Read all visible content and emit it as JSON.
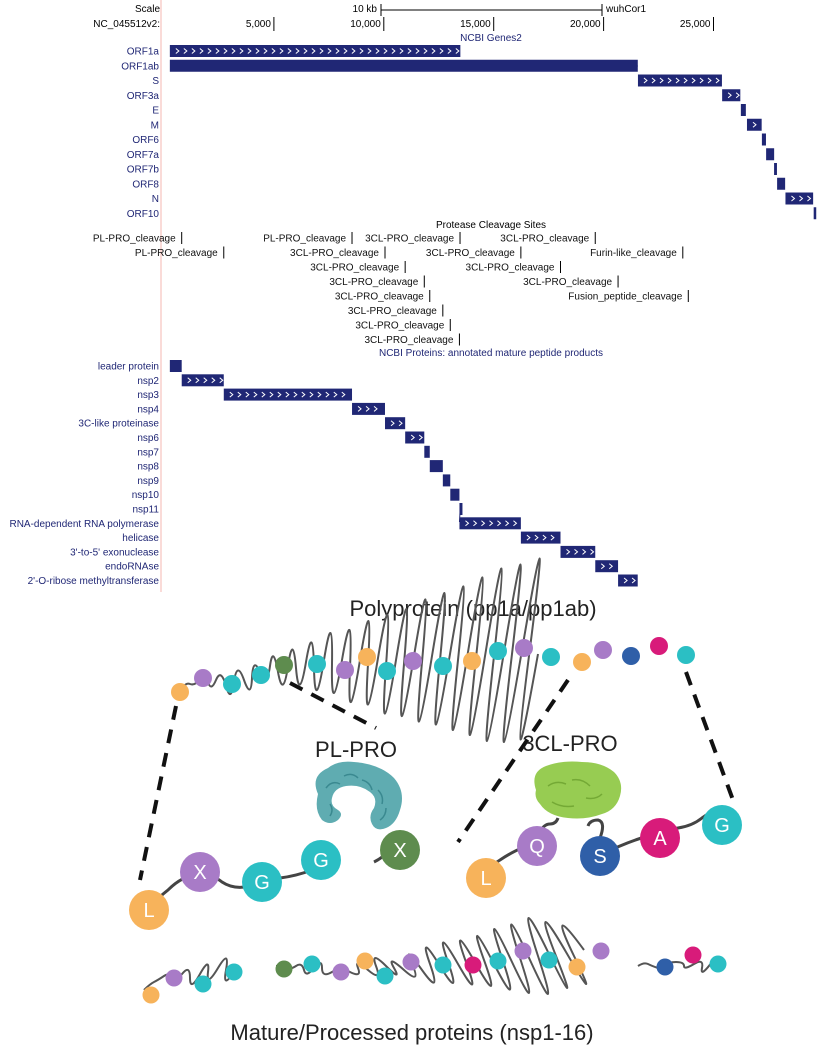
{
  "browser": {
    "header": {
      "scale_label": "Scale",
      "chrom_label": "NC_045512v2:",
      "scale_bar_label": "10 kb",
      "assembly_label": "wuhCor1",
      "ticks": [
        "5,000",
        "10,000",
        "15,000",
        "20,000",
        "25,000"
      ]
    },
    "genes_track": {
      "title": "NCBI Genes2",
      "genes": [
        {
          "name": "ORF1a",
          "start": 266,
          "end": 13483
        },
        {
          "name": "ORF1ab",
          "start": 266,
          "end": 21555
        },
        {
          "name": "S",
          "start": 21563,
          "end": 25384
        },
        {
          "name": "ORF3a",
          "start": 25393,
          "end": 26220
        },
        {
          "name": "E",
          "start": 26245,
          "end": 26472
        },
        {
          "name": "M",
          "start": 26523,
          "end": 27191
        },
        {
          "name": "ORF6",
          "start": 27202,
          "end": 27387
        },
        {
          "name": "ORF7a",
          "start": 27394,
          "end": 27759
        },
        {
          "name": "ORF7b",
          "start": 27756,
          "end": 27887
        },
        {
          "name": "ORF8",
          "start": 27894,
          "end": 28259
        },
        {
          "name": "N",
          "start": 28274,
          "end": 29533
        },
        {
          "name": "ORF10",
          "start": 29558,
          "end": 29674
        }
      ]
    },
    "cleavage_track": {
      "title": "Protease Cleavage Sites",
      "sites": [
        {
          "label": "PL-PRO_cleavage",
          "pos": 805,
          "row": 0
        },
        {
          "label": "PL-PRO_cleavage",
          "pos": 2719,
          "row": 1
        },
        {
          "label": "PL-PRO_cleavage",
          "pos": 8554,
          "row": 0
        },
        {
          "label": "3CL-PRO_cleavage",
          "pos": 10054,
          "row": 1
        },
        {
          "label": "3CL-PRO_cleavage",
          "pos": 10972,
          "row": 2
        },
        {
          "label": "3CL-PRO_cleavage",
          "pos": 11842,
          "row": 3
        },
        {
          "label": "3CL-PRO_cleavage",
          "pos": 12091,
          "row": 4
        },
        {
          "label": "3CL-PRO_cleavage",
          "pos": 12685,
          "row": 5
        },
        {
          "label": "3CL-PRO_cleavage",
          "pos": 13024,
          "row": 6
        },
        {
          "label": "3CL-PRO_cleavage",
          "pos": 13441,
          "row": 7
        },
        {
          "label": "3CL-PRO_cleavage",
          "pos": 13468,
          "row": 0
        },
        {
          "label": "3CL-PRO_cleavage",
          "pos": 16236,
          "row": 1
        },
        {
          "label": "3CL-PRO_cleavage",
          "pos": 18039,
          "row": 2
        },
        {
          "label": "3CL-PRO_cleavage",
          "pos": 19620,
          "row": 0
        },
        {
          "label": "3CL-PRO_cleavage",
          "pos": 20658,
          "row": 3
        },
        {
          "label": "Furin-like_cleavage",
          "pos": 23603,
          "row": 1
        },
        {
          "label": "Fusion_peptide_cleavage",
          "pos": 23853,
          "row": 4
        }
      ]
    },
    "proteins_track": {
      "title": "NCBI Proteins: annotated mature peptide products",
      "proteins": [
        {
          "name": "leader protein",
          "start": 266,
          "end": 805
        },
        {
          "name": "nsp2",
          "start": 806,
          "end": 2719
        },
        {
          "name": "nsp3",
          "start": 2720,
          "end": 8554
        },
        {
          "name": "nsp4",
          "start": 8555,
          "end": 10054
        },
        {
          "name": "3C-like proteinase",
          "start": 10055,
          "end": 10972
        },
        {
          "name": "nsp6",
          "start": 10973,
          "end": 11842
        },
        {
          "name": "nsp7",
          "start": 11843,
          "end": 12091
        },
        {
          "name": "nsp8",
          "start": 12092,
          "end": 12685
        },
        {
          "name": "nsp9",
          "start": 12686,
          "end": 13024
        },
        {
          "name": "nsp10",
          "start": 13025,
          "end": 13441
        },
        {
          "name": "nsp11",
          "start": 13442,
          "end": 13480
        },
        {
          "name": "RNA-dependent RNA polymerase",
          "start": 13442,
          "end": 16236
        },
        {
          "name": "helicase",
          "start": 16237,
          "end": 18039
        },
        {
          "name": "3'-to-5' exonuclease",
          "start": 18040,
          "end": 19620
        },
        {
          "name": "endoRNAse",
          "start": 19621,
          "end": 20658
        },
        {
          "name": "2'-O-ribose methyltransferase",
          "start": 20659,
          "end": 21552
        }
      ]
    }
  },
  "diagram": {
    "polyprotein_title": "Polyprotein (pp1a/pp1ab)",
    "mature_title": "Mature/Processed proteins (nsp1-16)",
    "pl_pro_label": "PL-PRO",
    "cl_pro_label": "3CL-PRO",
    "pl_residues": [
      "L",
      "X",
      "G",
      "G"
    ],
    "pl_cleaved": "X",
    "cl_left": [
      "L",
      "Q"
    ],
    "cl_right": [
      "S",
      "A",
      "G"
    ],
    "colors": {
      "orange": "#F7B35B",
      "purple": "#A87BC7",
      "teal": "#2BBFC4",
      "green": "#5E8C4E",
      "magenta": "#D81B7A",
      "blue": "#2F5FA8",
      "navy": "#202775",
      "cleave_text": "#111111",
      "gene_text": "#202775",
      "pl_enzyme": "#4EA3A9",
      "cl_enzyme": "#8CC63F"
    }
  }
}
